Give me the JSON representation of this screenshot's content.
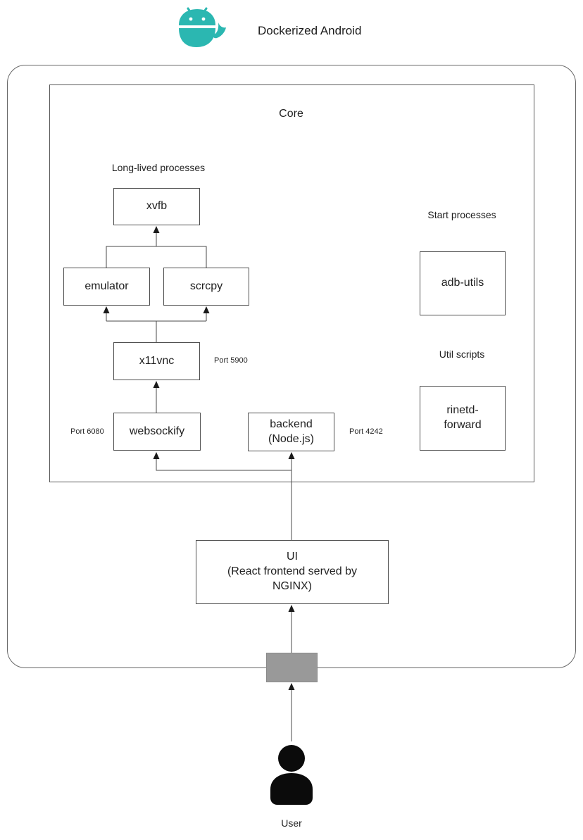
{
  "title": "Dockerized Android",
  "colors": {
    "logo_teal": "#2BB7B1",
    "node_border": "#4f4f4f",
    "edge": "#4a4a4a",
    "gateway_gray": "#999999",
    "text": "#1f1f1f"
  },
  "icons": {
    "logo": "android-whale-icon",
    "user": "user-silhouette-icon"
  },
  "core": {
    "label": "Core"
  },
  "groups": {
    "long_lived": "Long-lived processes",
    "start_processes": "Start processes",
    "util_scripts": "Util scripts"
  },
  "nodes": {
    "xvfb": "xvfb",
    "emulator": "emulator",
    "scrcpy": "scrcpy",
    "x11vnc": "x11vnc",
    "websockify": "websockify",
    "backend_line1": "backend",
    "backend_line2": "(Node.js)",
    "adb_utils": "adb-utils",
    "rinetd_line1": "rinetd-",
    "rinetd_line2": "forward",
    "ui_line1": "UI",
    "ui_line2": "(React frontend served by NGINX)"
  },
  "ports": {
    "x11vnc": "Port 5900",
    "websockify": "Port 6080",
    "backend": "Port 4242"
  },
  "user_label": "User"
}
